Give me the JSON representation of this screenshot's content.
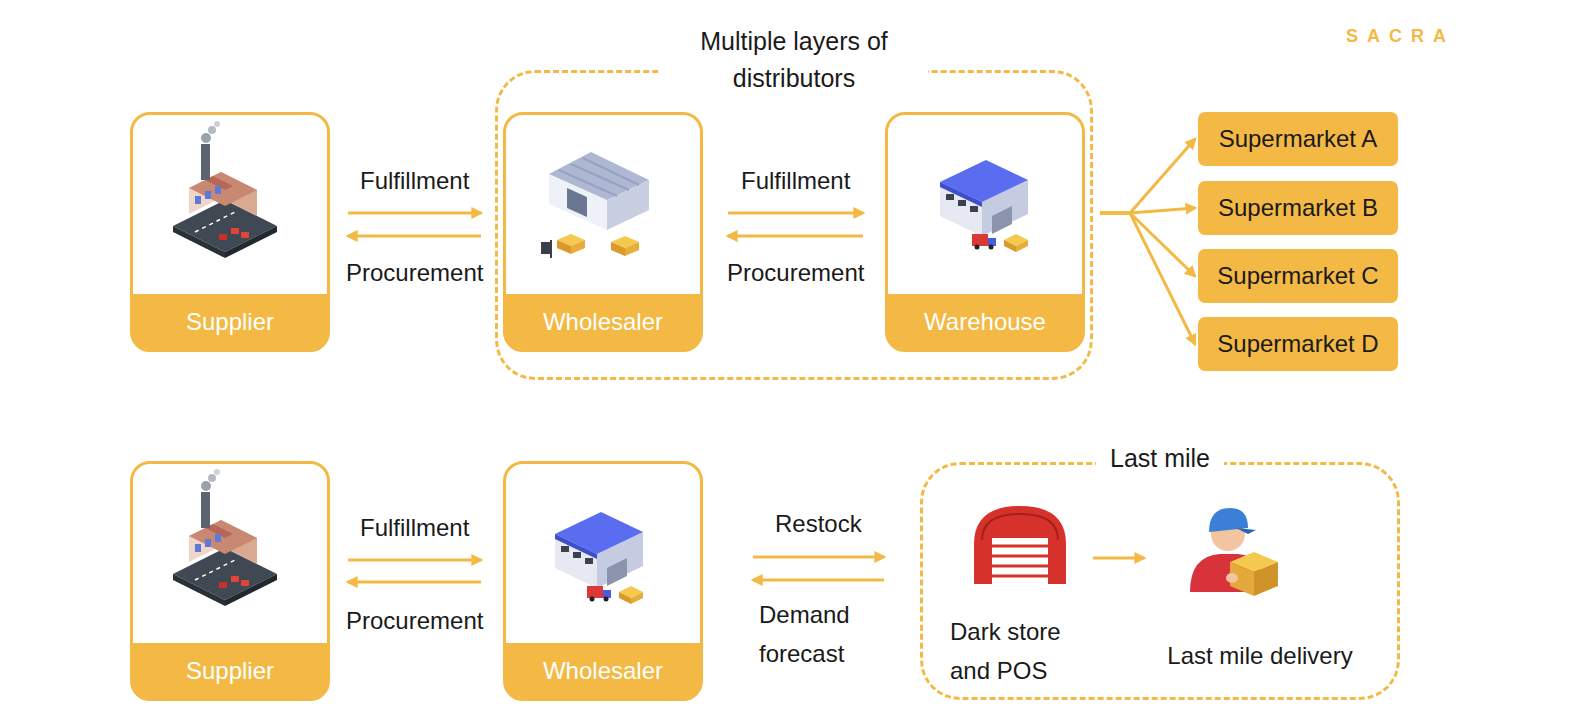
{
  "diagram": {
    "nodes": [
      {
        "text": [
          "Supplier"
        ]
      },
      {
        "text": [
          "Multiple layers of distributors"
        ]
      },
      {
        "text": [
          "Wholesaler"
        ],
        "in": 1
      },
      {
        "text": [
          "Warehouse"
        ],
        "in": 1
      },
      {
        "text": [
          "Supermarket A"
        ]
      },
      {
        "text": [
          "Supermarket B"
        ]
      },
      {
        "text": [
          "Supermarket C"
        ]
      },
      {
        "text": [
          "Supermarket D"
        ]
      },
      {
        "text": [
          "Supplier"
        ]
      },
      {
        "text": [
          "Wholesaler"
        ]
      },
      {
        "text": [
          "Last mile"
        ]
      },
      {
        "text": [
          "Dark store and POS"
        ],
        "in": 10
      },
      {
        "text": [
          "Last mile delivery"
        ],
        "in": 10
      }
    ],
    "edges": [
      {
        "from": 0,
        "to": 2,
        "label": "Fulfillment",
        "arrow": "to"
      },
      {
        "from": 2,
        "to": 0,
        "label": "Procurement",
        "arrow": "to"
      },
      {
        "from": 2,
        "to": 3,
        "label": "Fulfillment",
        "arrow": "to"
      },
      {
        "from": 3,
        "to": 2,
        "label": "Procurement",
        "arrow": "to"
      },
      {
        "from": 1,
        "to": 4,
        "arrow": "to"
      },
      {
        "from": 1,
        "to": 5,
        "arrow": "to"
      },
      {
        "from": 1,
        "to": 6,
        "arrow": "to"
      },
      {
        "from": 1,
        "to": 7,
        "arrow": "to"
      },
      {
        "from": 8,
        "to": 9,
        "label": "Fulfillment",
        "arrow": "to"
      },
      {
        "from": 9,
        "to": 8,
        "label": "Procurement",
        "arrow": "to"
      },
      {
        "from": 9,
        "to": 10,
        "label": "Restock",
        "arrow": "to"
      },
      {
        "from": 10,
        "to": 9,
        "label": "Demand forecast",
        "arrow": "to"
      },
      {
        "from": 11,
        "to": 12,
        "arrow": "to"
      }
    ],
    "labels": [
      "SACRA"
    ]
  }
}
